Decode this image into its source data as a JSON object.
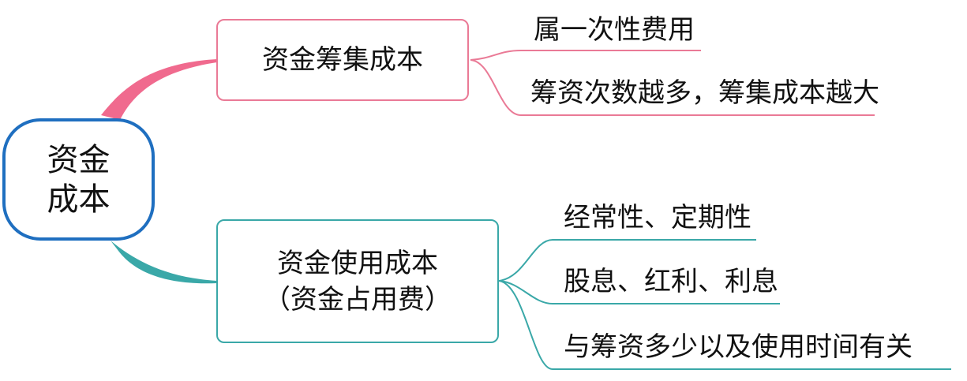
{
  "root": {
    "line1": "资金",
    "line2": "成本"
  },
  "branches": [
    {
      "label": "资金筹集成本",
      "children": [
        "属一次性费用",
        "筹资次数越多，筹集成本越大"
      ]
    },
    {
      "label_line1": "资金使用成本",
      "label_line2": "（资金占用费）",
      "children": [
        "经常性、定期性",
        "股息、红利、利息",
        "与筹资多少以及使用时间有关"
      ]
    }
  ],
  "colors": {
    "root_border": "#1f6fc0",
    "pink": "#ea7a96",
    "pink_thick": "#f06a8e",
    "teal": "#3aa8a8",
    "teal_thick": "#3aa8a8"
  }
}
